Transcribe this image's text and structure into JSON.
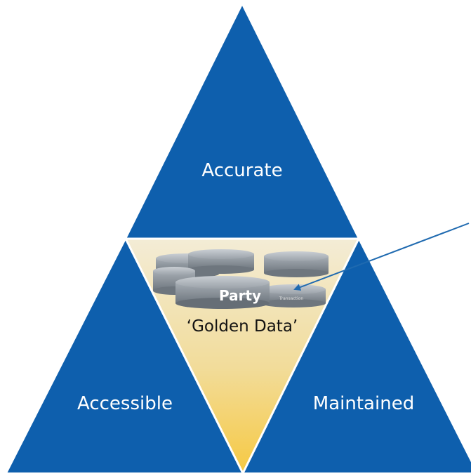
{
  "diagram": {
    "segments": {
      "top": "Accurate",
      "left": "Accessible",
      "right": "Maintained",
      "center": "‘Golden Data’"
    },
    "database": {
      "main_label": "Party",
      "secondary_label": "Transaction"
    },
    "colors": {
      "triangle_blue": "#0e5fad",
      "outline": "#ffffff",
      "gold_top": "#f3ecd6",
      "gold_bottom": "#f6c943",
      "arrow": "#1f6ab0",
      "cylinder": "#8e969e"
    }
  }
}
